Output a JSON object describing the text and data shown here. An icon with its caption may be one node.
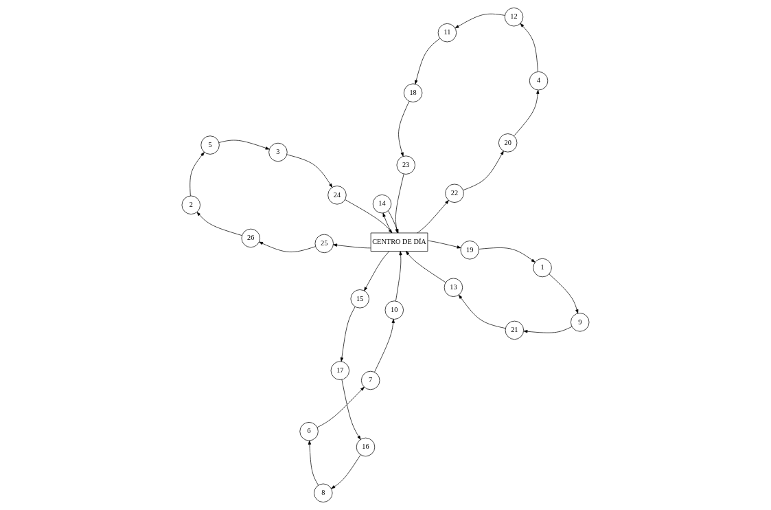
{
  "diagram": {
    "nodes": [
      {
        "text": [
          "CENTRO DE DÍA"
        ]
      },
      {
        "text": [
          "1"
        ]
      },
      {
        "text": [
          "2"
        ]
      },
      {
        "text": [
          "3"
        ]
      },
      {
        "text": [
          "4"
        ]
      },
      {
        "text": [
          "5"
        ]
      },
      {
        "text": [
          "6"
        ]
      },
      {
        "text": [
          "7"
        ]
      },
      {
        "text": [
          "8"
        ]
      },
      {
        "text": [
          "9"
        ]
      },
      {
        "text": [
          "10"
        ]
      },
      {
        "text": [
          "11"
        ]
      },
      {
        "text": [
          "12"
        ]
      },
      {
        "text": [
          "13"
        ]
      },
      {
        "text": [
          "14"
        ]
      },
      {
        "text": [
          "15"
        ]
      },
      {
        "text": [
          "16"
        ]
      },
      {
        "text": [
          "17"
        ]
      },
      {
        "text": [
          "18"
        ]
      },
      {
        "text": [
          "19"
        ]
      },
      {
        "text": [
          "20"
        ]
      },
      {
        "text": [
          "21"
        ]
      },
      {
        "text": [
          "22"
        ]
      },
      {
        "text": [
          "23"
        ]
      },
      {
        "text": [
          "24"
        ]
      },
      {
        "text": [
          "25"
        ]
      },
      {
        "text": [
          "26"
        ]
      }
    ],
    "edges": [
      {
        "from": 0,
        "to": 15,
        "arrow": "to"
      },
      {
        "from": 15,
        "to": 17,
        "arrow": "to"
      },
      {
        "from": 17,
        "to": 16,
        "arrow": "to"
      },
      {
        "from": 16,
        "to": 8,
        "arrow": "to"
      },
      {
        "from": 8,
        "to": 6,
        "arrow": "to"
      },
      {
        "from": 6,
        "to": 7,
        "arrow": "to"
      },
      {
        "from": 7,
        "to": 10,
        "arrow": "to"
      },
      {
        "from": 10,
        "to": 0,
        "arrow": "to"
      },
      {
        "from": 0,
        "to": 22,
        "arrow": "to"
      },
      {
        "from": 22,
        "to": 20,
        "arrow": "to"
      },
      {
        "from": 20,
        "to": 4,
        "arrow": "to"
      },
      {
        "from": 4,
        "to": 12,
        "arrow": "to"
      },
      {
        "from": 12,
        "to": 11,
        "arrow": "to"
      },
      {
        "from": 11,
        "to": 18,
        "arrow": "to"
      },
      {
        "from": 18,
        "to": 23,
        "arrow": "to"
      },
      {
        "from": 23,
        "to": 0,
        "arrow": "to"
      },
      {
        "from": 0,
        "to": 14,
        "arrow": "to"
      },
      {
        "from": 14,
        "to": 0,
        "arrow": "to"
      },
      {
        "from": 0,
        "to": 19,
        "arrow": "to"
      },
      {
        "from": 19,
        "to": 1,
        "arrow": "to"
      },
      {
        "from": 1,
        "to": 9,
        "arrow": "to"
      },
      {
        "from": 9,
        "to": 21,
        "arrow": "to"
      },
      {
        "from": 21,
        "to": 13,
        "arrow": "to"
      },
      {
        "from": 13,
        "to": 0,
        "arrow": "to"
      },
      {
        "from": 0,
        "to": 25,
        "arrow": "to"
      },
      {
        "from": 25,
        "to": 26,
        "arrow": "to"
      },
      {
        "from": 26,
        "to": 2,
        "arrow": "to"
      },
      {
        "from": 2,
        "to": 5,
        "arrow": "to"
      },
      {
        "from": 5,
        "to": 3,
        "arrow": "to"
      },
      {
        "from": 3,
        "to": 24,
        "arrow": "to"
      },
      {
        "from": 24,
        "to": 0,
        "arrow": "to"
      }
    ]
  }
}
